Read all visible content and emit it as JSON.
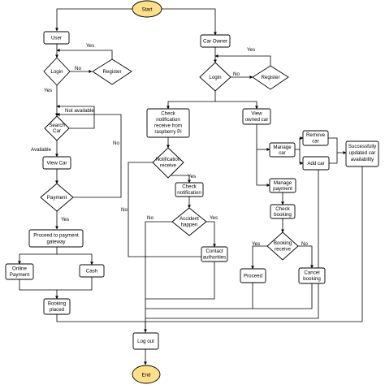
{
  "colors": {
    "terminal_fill": "#ffe08a",
    "stroke": "#000000",
    "box_fill": "#ffffff"
  },
  "nodes": {
    "start": "Start",
    "user": "User",
    "login_user": "Login",
    "register_user": "Register",
    "search_car": [
      "Search",
      "Car"
    ],
    "view_car": "View Car",
    "payment": "Payment",
    "proceed_gateway": [
      "Proceed to payment",
      "gateway"
    ],
    "online_payment": [
      "Online",
      "Payment"
    ],
    "cash": "Cash",
    "booking_placed": [
      "Booking",
      "placed"
    ],
    "car_owner": "Car Owner",
    "login_owner": "Login",
    "register_owner": "Register",
    "check_notification_receive": [
      "Check",
      "notification",
      "receive from",
      "raspberry Pi"
    ],
    "notification_receive": [
      "Notification",
      "receive"
    ],
    "check_notification": [
      "Check",
      "notification"
    ],
    "accident_happen": [
      "Accident",
      "happen"
    ],
    "contact_authorities": [
      "Contact",
      "authorities"
    ],
    "view_owned_car": [
      "View",
      "owned car"
    ],
    "manage_car": [
      "Manage",
      "car"
    ],
    "remove_car": [
      "Remove",
      "car"
    ],
    "add_car": "Add car",
    "successfully_updated": [
      "Successfully",
      "updated car",
      "availability"
    ],
    "manage_payment": [
      "Manage",
      "payment"
    ],
    "check_booking": [
      "Check",
      "booking"
    ],
    "booking_receive": [
      "Booking",
      "receive"
    ],
    "proceed": "Proceed",
    "cancel_booking": [
      "Cancel",
      "booking"
    ],
    "log_out": "Log out",
    "end": "End"
  },
  "edge_labels": {
    "yes_register_user": "Yes",
    "no_login_user": "No",
    "yes_login_user": "Yes",
    "not_available": "Not available",
    "available": "Available",
    "no_payment": "No",
    "yes_payment": "Yes",
    "yes_register_owner": "Yes",
    "no_login_owner": "No",
    "no_notification": "No",
    "yes_notification": "Yes",
    "no_accident": "No",
    "yes_accident": "Yes",
    "yes_booking": "Yes",
    "no_booking": "No"
  }
}
